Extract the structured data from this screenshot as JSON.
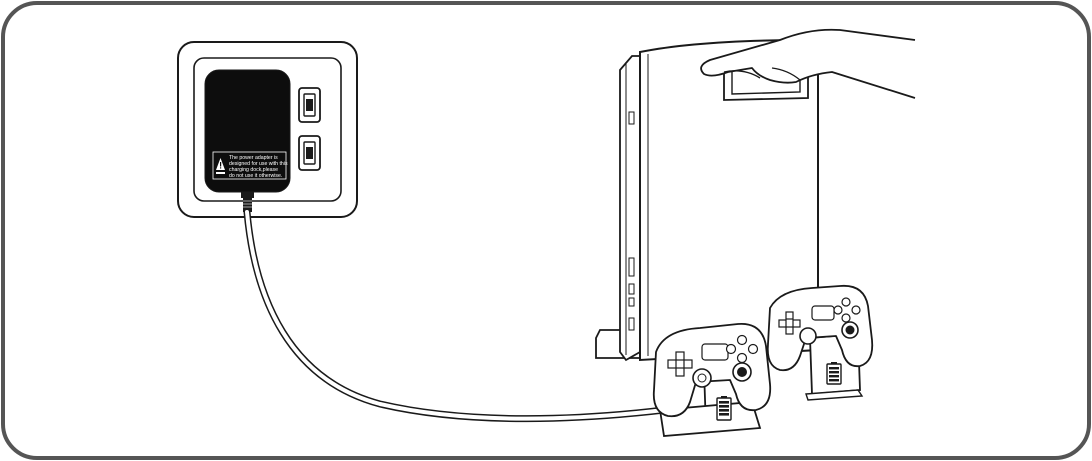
{
  "adapter_label": {
    "lines": [
      "The power adapter is",
      "designed for use with this",
      "charging dock,please",
      "do not use it otherwise."
    ]
  },
  "colors": {
    "stroke": "#1a1a1a",
    "frame": "#555555",
    "adapter": "#0d0d0d"
  },
  "icons": {
    "warning": "warning-icon",
    "battery": "battery-icon"
  }
}
